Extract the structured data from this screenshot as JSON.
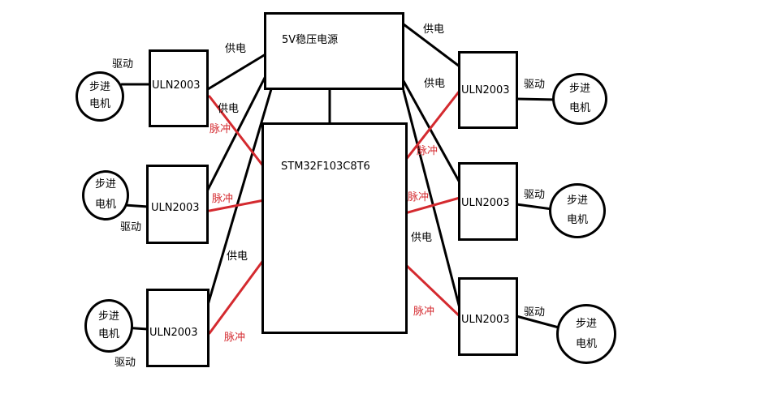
{
  "power": {
    "label": "5V稳压电源"
  },
  "mcu": {
    "label": "STM32F103C8T6"
  },
  "drivers": [
    {
      "label": "ULN2003"
    },
    {
      "label": "ULN2003"
    },
    {
      "label": "ULN2003"
    },
    {
      "label": "ULN2003"
    },
    {
      "label": "ULN2003"
    },
    {
      "label": "ULN2003"
    }
  ],
  "motors": [
    {
      "line1": "步进",
      "line2": "电机"
    },
    {
      "line1": "步进",
      "line2": "电机"
    },
    {
      "line1": "步进",
      "line2": "电机"
    },
    {
      "line1": "步进",
      "line2": "电机"
    },
    {
      "line1": "步进",
      "line2": "电机"
    },
    {
      "line1": "步进",
      "line2": "电机"
    }
  ],
  "labels": {
    "supply": "供电",
    "pulse": "脉冲",
    "drive": "驱动"
  },
  "colors": {
    "line": "#000000",
    "pulse": "#d42a2f"
  }
}
